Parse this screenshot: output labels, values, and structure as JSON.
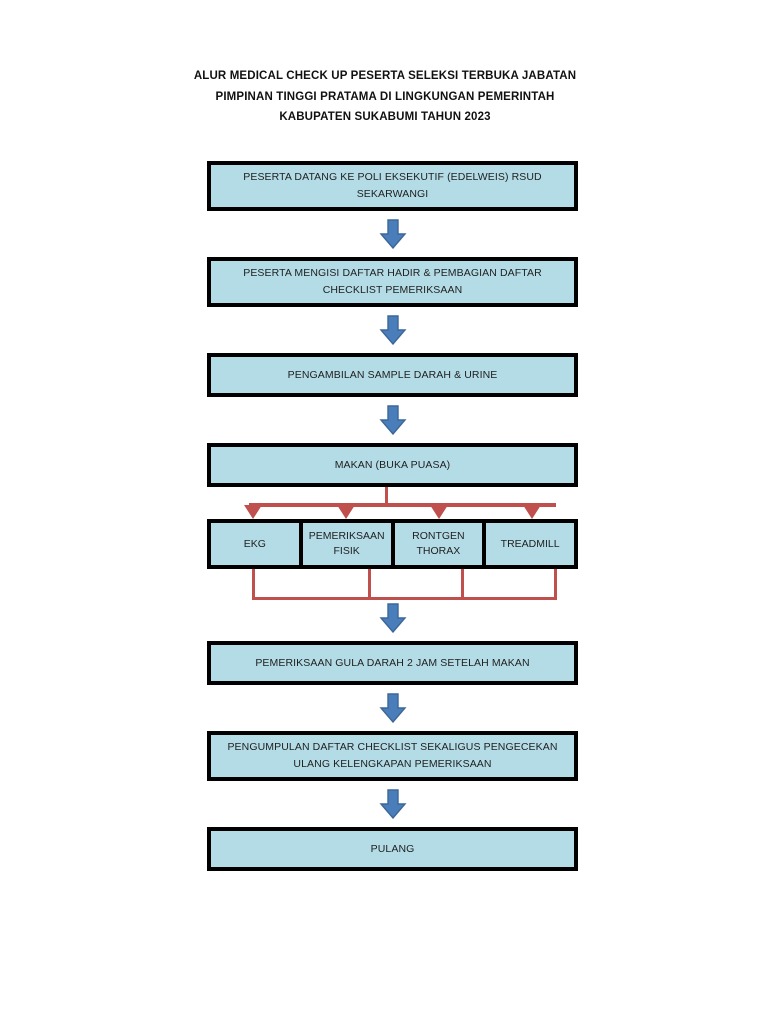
{
  "document": {
    "title_lines": [
      "ALUR MEDICAL CHECK UP PESERTA SELEKSI TERBUKA JABATAN",
      "PIMPINAN TINGGI PRATAMA DI LINGKUNGAN PEMERINTAH",
      "KABUPATEN SUKABUMI TAHUN 2023"
    ]
  },
  "colors": {
    "box_fill": "#b4dce6",
    "box_border": "#000000",
    "arrow_blue": "#4a7ebb",
    "arrow_blue_dark": "#3c6698",
    "connector_red": "#c0504d",
    "page_background": "#ffffff",
    "text": "#1f1f1f"
  },
  "chart_data": {
    "type": "flowchart",
    "title": "ALUR MEDICAL CHECK UP PESERTA SELEKSI TERBUKA JABATAN PIMPINAN TINGGI PRATAMA DI LINGKUNGAN PEMERINTAH KABUPATEN SUKABUMI TAHUN 2023",
    "orientation": "top-to-bottom",
    "nodes": [
      {
        "id": "n1",
        "label": "PESERTA DATANG KE POLI EKSEKUTIF (EDELWEIS) RSUD SEKARWANGI",
        "shape": "rectangle",
        "lines": 2
      },
      {
        "id": "n2",
        "label": "PESERTA MENGISI DAFTAR HADIR & PEMBAGIAN DAFTAR CHECKLIST PEMERIKSAAN",
        "shape": "rectangle",
        "lines": 2
      },
      {
        "id": "n3",
        "label": "PENGAMBILAN SAMPLE DARAH & URINE",
        "shape": "rectangle",
        "lines": 1
      },
      {
        "id": "n4",
        "label": "MAKAN (BUKA PUASA)",
        "shape": "rectangle",
        "lines": 1
      },
      {
        "id": "p1",
        "label": "EKG",
        "shape": "rectangle",
        "parallel_group": "examinations"
      },
      {
        "id": "p2",
        "label": "PEMERIKSAAN FISIK",
        "shape": "rectangle",
        "parallel_group": "examinations"
      },
      {
        "id": "p3",
        "label": "RONTGEN THORAX",
        "shape": "rectangle",
        "parallel_group": "examinations"
      },
      {
        "id": "p4",
        "label": "TREADMILL",
        "shape": "rectangle",
        "parallel_group": "examinations"
      },
      {
        "id": "n5",
        "label": "PEMERIKSAAN GULA DARAH 2 JAM SETELAH MAKAN",
        "shape": "rectangle",
        "lines": 1
      },
      {
        "id": "n6",
        "label": "PENGUMPULAN DAFTAR CHECKLIST SEKALIGUS PENGECEKAN ULANG KELENGKAPAN PEMERIKSAAN",
        "shape": "rectangle",
        "lines": 2
      },
      {
        "id": "n7",
        "label": "PULANG",
        "shape": "rectangle",
        "lines": 1
      }
    ],
    "edges": [
      {
        "from": "n1",
        "to": "n2",
        "style": "blue-arrow"
      },
      {
        "from": "n2",
        "to": "n3",
        "style": "blue-arrow"
      },
      {
        "from": "n3",
        "to": "n4",
        "style": "blue-arrow"
      },
      {
        "from": "n4",
        "to": "p1",
        "style": "red-split-arrow"
      },
      {
        "from": "n4",
        "to": "p2",
        "style": "red-split-arrow"
      },
      {
        "from": "n4",
        "to": "p3",
        "style": "red-split-arrow"
      },
      {
        "from": "n4",
        "to": "p4",
        "style": "red-split-arrow"
      },
      {
        "from": "p1",
        "to": "n5",
        "style": "red-merge"
      },
      {
        "from": "p2",
        "to": "n5",
        "style": "red-merge"
      },
      {
        "from": "p3",
        "to": "n5",
        "style": "red-merge"
      },
      {
        "from": "p4",
        "to": "n5",
        "style": "red-merge"
      },
      {
        "from": "merge",
        "to": "n5",
        "style": "blue-arrow"
      },
      {
        "from": "n5",
        "to": "n6",
        "style": "blue-arrow"
      },
      {
        "from": "n6",
        "to": "n7",
        "style": "blue-arrow"
      }
    ]
  },
  "steps": {
    "step1": "PESERTA DATANG KE POLI EKSEKUTIF (EDELWEIS) RSUD SEKARWANGI",
    "step2": "PESERTA MENGISI DAFTAR HADIR & PEMBAGIAN DAFTAR CHECKLIST PEMERIKSAAN",
    "step3": "PENGAMBILAN SAMPLE DARAH & URINE",
    "step4": "MAKAN (BUKA PUASA)",
    "step5": "PEMERIKSAAN GULA DARAH 2 JAM SETELAH MAKAN",
    "step6": "PENGUMPULAN DAFTAR CHECKLIST SEKALIGUS PENGECEKAN ULANG KELENGKAPAN PEMERIKSAAN",
    "step7": "PULANG"
  },
  "examinations": [
    {
      "label": "EKG"
    },
    {
      "label": "PEMERIKSAAN FISIK"
    },
    {
      "label": "RONTGEN THORAX"
    },
    {
      "label": "TREADMILL"
    }
  ]
}
